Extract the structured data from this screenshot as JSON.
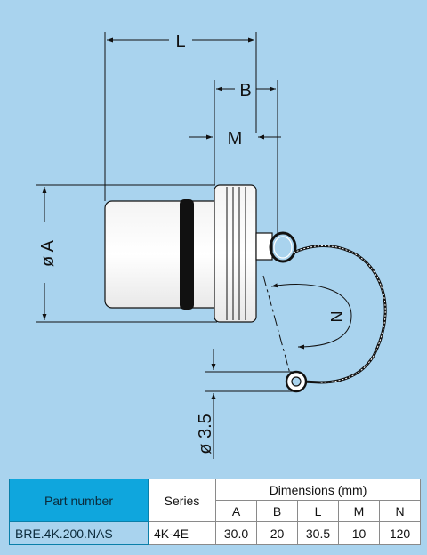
{
  "drawing": {
    "dimension_labels": {
      "L": "L",
      "B": "B",
      "M": "M",
      "A": "ø A",
      "N": "N",
      "hole": "ø 3.5"
    },
    "colors": {
      "background": "#a9d3ee",
      "line": "#111111",
      "seal_ring": "#111111",
      "cap_body": "#ffffff",
      "header_blue": "#0fa6dd"
    }
  },
  "table": {
    "part_number_header": "Part number",
    "series_header": "Series",
    "dimensions_header": "Dimensions (mm)",
    "columns": [
      "A",
      "B",
      "L",
      "M",
      "N"
    ],
    "rows": [
      {
        "part_number": "BRE.4K.200.NAS",
        "series": "4K-4E",
        "values": [
          "30.0",
          "20",
          "30.5",
          "10",
          "120"
        ]
      }
    ]
  }
}
